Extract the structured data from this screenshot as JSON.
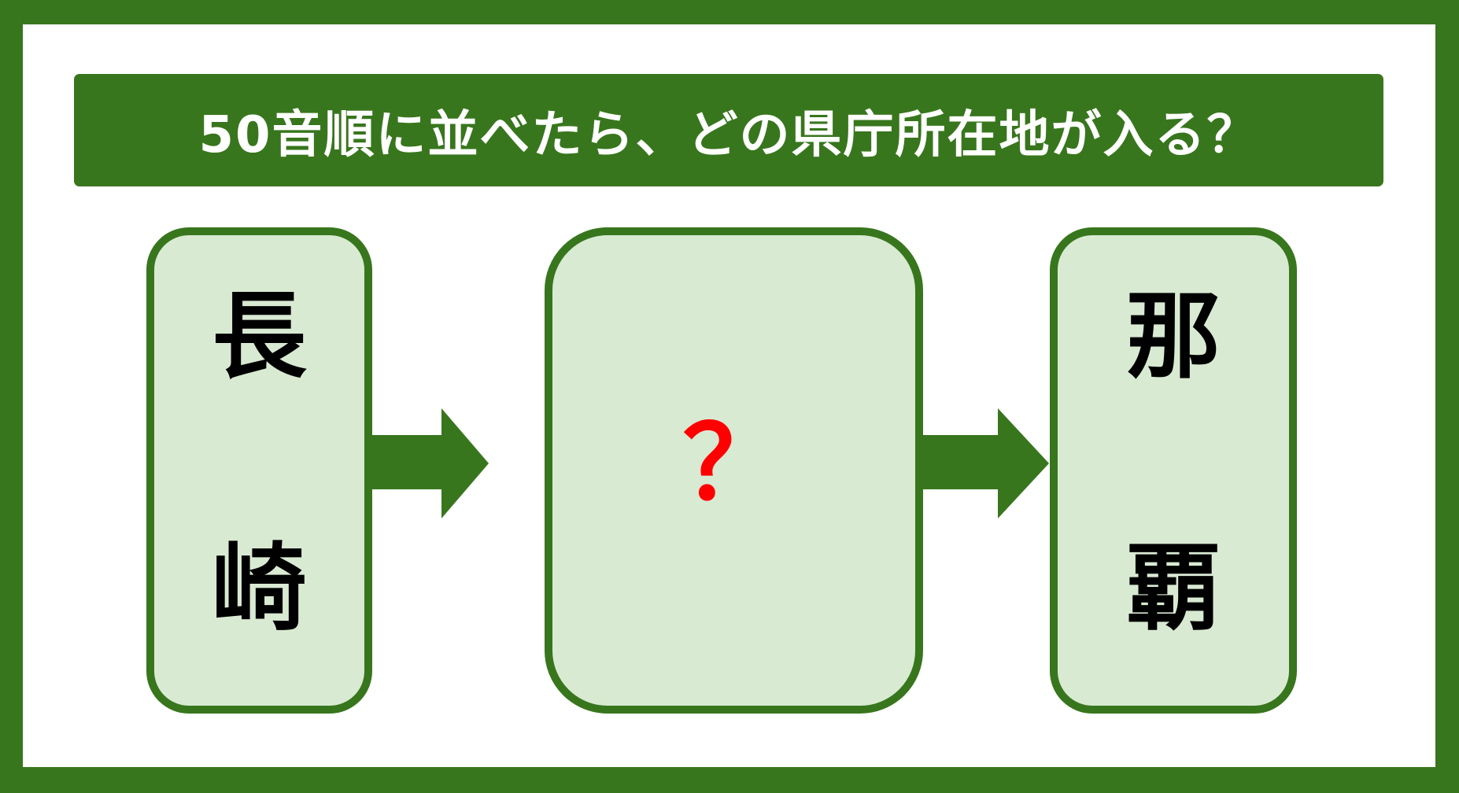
{
  "title": "50音順に並べたら、どの県庁所在地が入る？",
  "colors": {
    "frame": "#38761d",
    "box_fill": "#d9ead3",
    "question_mark": "#ff0000",
    "text": "#000000"
  },
  "boxes": [
    {
      "chars": [
        "長",
        "崎"
      ]
    },
    {
      "chars": [
        "？"
      ]
    },
    {
      "chars": [
        "那",
        "覇"
      ]
    }
  ],
  "arrows": [
    {
      "direction": "right-arrow"
    },
    {
      "direction": "right-arrow"
    }
  ]
}
